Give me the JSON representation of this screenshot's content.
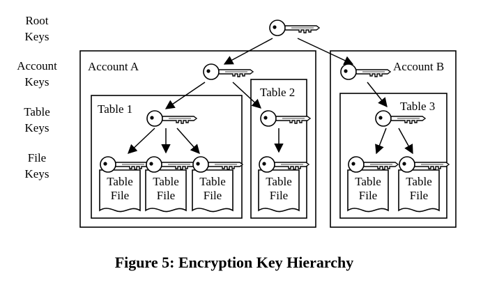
{
  "levels": {
    "root": [
      "Root",
      "Keys"
    ],
    "account": [
      "Account",
      "Keys"
    ],
    "table": [
      "Table",
      "Keys"
    ],
    "file": [
      "File",
      "Keys"
    ]
  },
  "accounts": {
    "a": "Account A",
    "b": "Account B"
  },
  "tables": {
    "t1": "Table 1",
    "t2": "Table 2",
    "t3": "Table 3"
  },
  "file_label": [
    "Table",
    "File"
  ],
  "caption": "Figure 5:  Encryption Key Hierarchy"
}
